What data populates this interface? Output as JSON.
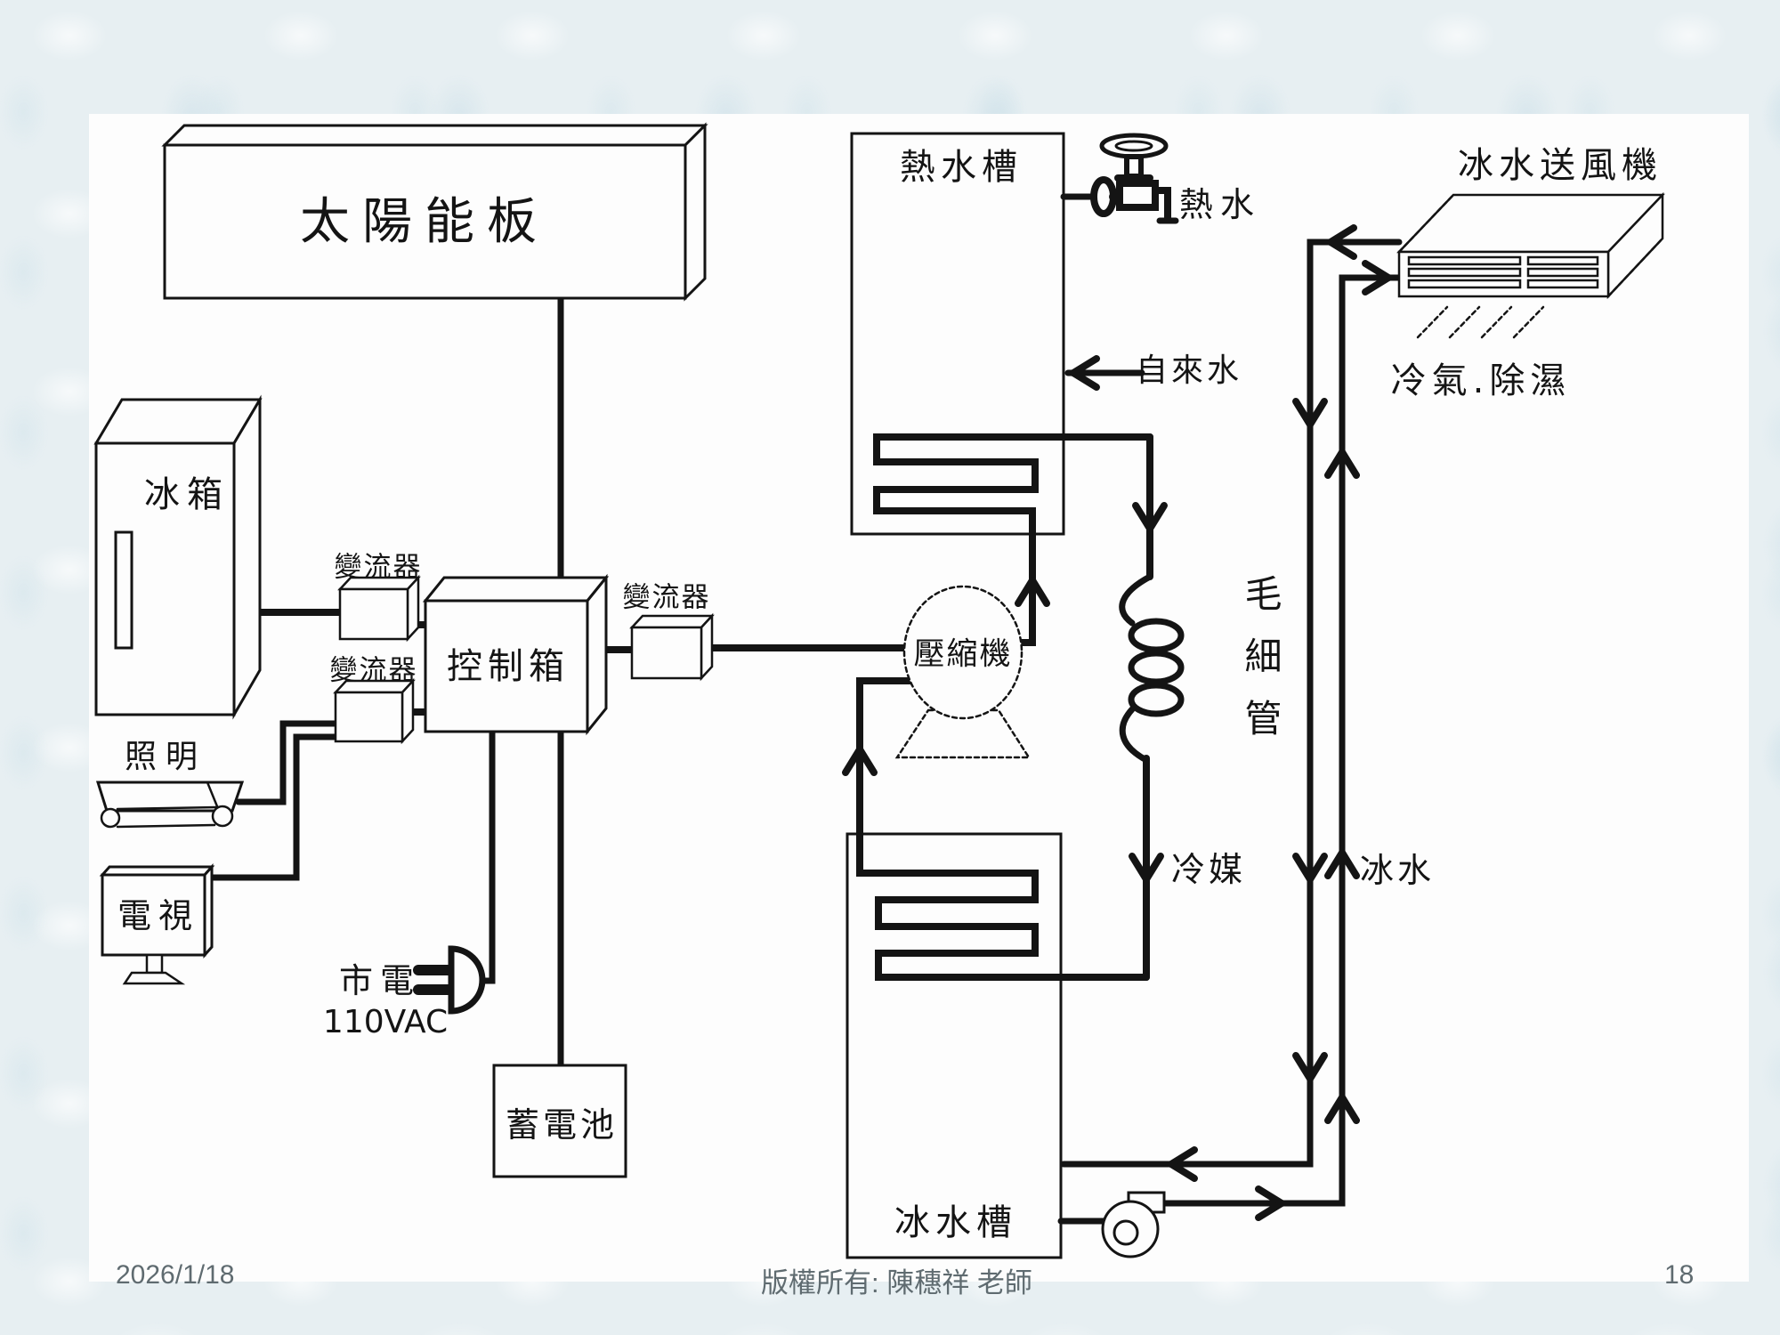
{
  "slide": {
    "labels": {
      "solar_panel": "太陽能板",
      "fridge": "冰箱",
      "lighting": "照明",
      "tv": "電視",
      "inverter": "變流器",
      "control_box": "控制箱",
      "mains": "市電",
      "mains_voltage": "110VAC",
      "battery": "蓄電池",
      "hot_tank": "熱水槽",
      "hot_water": "熱水",
      "tap_water": "自來水",
      "compressor": "壓縮機",
      "capillary": "毛細管",
      "refrigerant": "冷媒",
      "ice_tank": "冰水槽",
      "ice_water": "冰水",
      "fan_unit": "冰水送風機",
      "cold_air": "冷氣.除濕"
    },
    "footer": {
      "date": "2026/1/18",
      "copyright": "版權所有: 陳穗祥 老師",
      "page": "18"
    },
    "colors": {
      "line": "#141414",
      "background": "#e7eff2",
      "slide": "#fdfdfd",
      "footer_text": "#5f6b70"
    }
  }
}
